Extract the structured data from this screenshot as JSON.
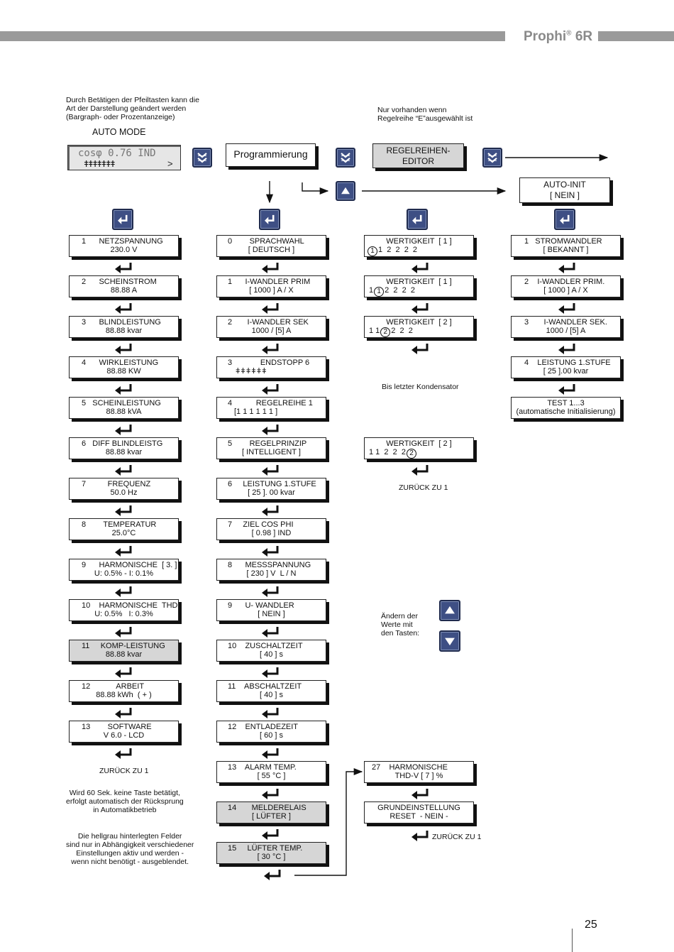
{
  "header": {
    "brand": "Prophi",
    "brand_sup": "®",
    "brand_model": " 6R"
  },
  "notes": {
    "arrow_keys": "Durch Betätigen der Pfeiltasten kann die\nArt der Darstellung geändert werden\n(Bargraph- oder Prozentanzeige)",
    "auto_mode": "AUTO MODE",
    "only_if": "Nur vorhanden wenn\nRegelreihe “E”ausgewählt ist",
    "until_last": "Bis letzter Kondensator",
    "change_values": "Ändern der\nWerte mit\nden Tasten:",
    "timeout": "Wird 60 Sek. keine Taste betätigt,\nerfolgt automatisch der Rücksprung\nin Automatikbetrieb",
    "grey_fields": "Die hellgrau hinterlegten Felder\nsind nur in Abhängigkeit verschiedener\nEinstellungen aktiv und werden -\nwenn nicht benötigt - ausgeblendet.",
    "back_col1": "ZURÜCK ZU 1",
    "back_col3": "ZURÜCK ZU 1",
    "back_col3b": "ZURÜCK ZU 1"
  },
  "lcd": {
    "text": "cosφ 0.76 IND",
    "bars": "ǂǂǂǂǂǂǂ",
    "chevron": ">"
  },
  "headers": {
    "programmierung": "Programmierung",
    "editor_l1": "REGELREIHEN-",
    "editor_l2": "EDITOR",
    "autoinit_l1": "AUTO-INIT",
    "autoinit_l2": "[ NEIN ]"
  },
  "col1": [
    {
      "l1": "1      NETZSPANNUNG",
      "l2": "230.0 V",
      "grey": false
    },
    {
      "l1": "2      SCHEINSTROM",
      "l2": "88.88 A",
      "grey": false
    },
    {
      "l1": "3      BLINDLEISTUNG",
      "l2": "88.88 kvar",
      "grey": false
    },
    {
      "l1": "4      WIRKLEISTUNG",
      "l2": "88.88 KW",
      "grey": false
    },
    {
      "l1": "5   SCHEINLEISTUNG",
      "l2": "88.88 kVA",
      "grey": false
    },
    {
      "l1": "6   DIFF BLINDLEISTG",
      "l2": "88.88 kvar",
      "grey": false
    },
    {
      "l1": "7          FREQUENZ",
      "l2": "50.0 Hz",
      "grey": false
    },
    {
      "l1": "8        TEMPERATUR",
      "l2": "25.0°C",
      "grey": false
    },
    {
      "l1": "9      HARMONISCHE  [ 3. ]",
      "l2": "U: 0.5% - I: 0.1%",
      "grey": false
    },
    {
      "l1": "10    HARMONISCHE  THD",
      "l2": "U: 0.5%   I: 0.3%",
      "grey": false
    },
    {
      "l1": "11     KOMP-LEISTUNG",
      "l2": "88.88 kvar",
      "grey": true
    },
    {
      "l1": "12            ARBEIT",
      "l2": "88.88 kWh  ( + )",
      "grey": false
    },
    {
      "l1": "13        SOFTWARE",
      "l2": "V 6.0 - LCD",
      "grey": false
    }
  ],
  "col2": [
    {
      "l1": "0        SPRACHWAHL",
      "l2": "[ DEUTSCH ]",
      "grey": false
    },
    {
      "l1": "1      I-WANDLER PRIM",
      "l2": "[ 1000 ] A / X",
      "grey": false
    },
    {
      "l1": "2       I-WANDLER SEK",
      "l2": "1000 / [5] A",
      "grey": false
    },
    {
      "l1": "3             ENDSTOPP 6",
      "l2": "ǂǂǂǂǂǂ",
      "grey": false
    },
    {
      "l1": "4           REGELREIHE 1",
      "l2": "[1 1 1 1 1 1 ]",
      "grey": false
    },
    {
      "l1": "5        REGELPRINZIP",
      "l2": "[ INTELLIGENT ]",
      "grey": false
    },
    {
      "l1": "6     LEISTUNG 1.STUFE",
      "l2": "[ 25 ]. 00 kvar",
      "grey": false
    },
    {
      "l1": "7     ZIEL COS PHI",
      "l2": "[ 0.98 ] IND",
      "grey": false
    },
    {
      "l1": "8      MESSSPANNUNG",
      "l2": "[ 230 ] V  L / N",
      "grey": false
    },
    {
      "l1": "9      U- WANDLER",
      "l2": "[ NEIN ]",
      "grey": false
    },
    {
      "l1": "10    ZUSCHALTZEIT",
      "l2": "[ 40 ] s",
      "grey": false
    },
    {
      "l1": "11    ABSCHALTZEIT",
      "l2": "[ 40 ] s",
      "grey": false
    },
    {
      "l1": "12    ENTLADEZEIT",
      "l2": "[ 60 ] s",
      "grey": false
    },
    {
      "l1": "13    ALARM TEMP.",
      "l2": "[ 55 °C ]",
      "grey": false
    },
    {
      "l1": "14       MELDERELAIS",
      "l2": "[ LÜFTER ]",
      "grey": true
    },
    {
      "l1": "15     LÜFTER TEMP.",
      "l2": "[ 30 °C ]",
      "grey": true
    }
  ],
  "col3": [
    {
      "l1": "WERTIGKEIT  [ 1 ]",
      "pre": "",
      "circ": "1",
      "post": "1  2  2  2  2"
    },
    {
      "l1": "WERTIGKEIT  [ 1 ]",
      "pre": "1",
      "circ": "1",
      "post": "2  2  2  2"
    },
    {
      "l1": "WERTIGKEIT  [ 2 ]",
      "pre": "1 1",
      "circ": "2",
      "post": "2  2  2"
    },
    {
      "l1": "WERTIGKEIT  [ 2 ]",
      "pre": "1 1  2  2  2",
      "circ": "2",
      "post": ""
    }
  ],
  "col3b": [
    {
      "l1": "27    HARMONISCHE",
      "l2": "THD-V [ 7 ] %"
    },
    {
      "l1": "GRUNDEINSTELLUNG",
      "l2": "RESET  - NEIN -"
    }
  ],
  "col4": [
    {
      "l1": "1   STROMWANDLER",
      "l2": "[ BEKANNT ]"
    },
    {
      "l1": "2    I-WANDLER PRIM.",
      "l2": "[ 1000 ] A / X"
    },
    {
      "l1": "3       I-WANDLER SEK.",
      "l2": "1000 / [5] A"
    },
    {
      "l1": "4    LEISTUNG 1.STUFE",
      "l2": "[ 25 ].00 kvar"
    },
    {
      "l1": "TEST 1...3",
      "l2": "(automatische Initialisierung)"
    }
  ],
  "page_number": "25"
}
